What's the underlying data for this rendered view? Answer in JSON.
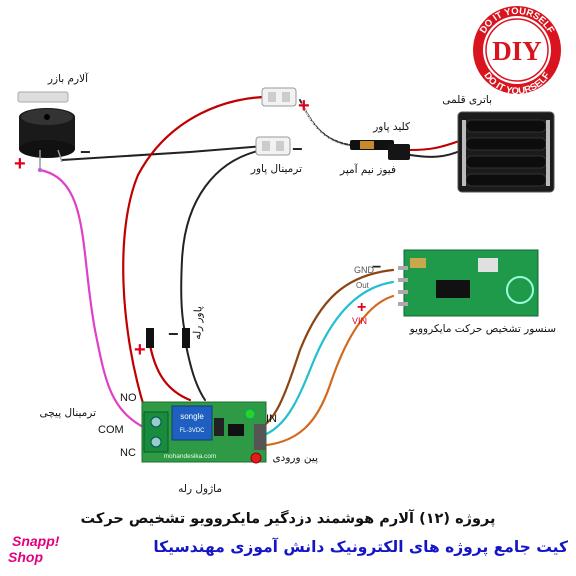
{
  "labels": {
    "buzzer": "آلارم بازر",
    "battery": "باتری قلمی",
    "power_switch": "کلید پاور",
    "fuse": "فیوز نیم آمپر",
    "power_terminal": "ترمینال پاور",
    "relay_power": "پاور رله",
    "screw_terminal": "ترمینال پیچی",
    "relay_module": "ماژول رله",
    "input_pin": "پین ورودی",
    "sensor": "سنسور تشخیص  حرکت مایکروویو"
  },
  "pins": {
    "no": "NO",
    "com": "COM",
    "nc": "NC",
    "in": "IN",
    "gnd": "GND",
    "out": "Out",
    "vin": "VIN"
  },
  "signs": {
    "plus": "+",
    "minus": "−"
  },
  "badge": {
    "top": "DO IT YOURSELF",
    "bottom": "DO IT YOURSELF",
    "center": "DIY"
  },
  "board_text": {
    "relay_brand": "songle",
    "relay_model": "FL-3VDC",
    "site": "mohandesika.com"
  },
  "caption": {
    "line1": "پروژه (۱۲) آلارم هوشمند دزدگیر مایکروویو تشخیص حرکت",
    "line2": "کیت جامع پروژه های الکترونیک دانش آموزی مهندسیکا"
  },
  "shop_logo": {
    "line1": "Snapp!",
    "line2": "Shop"
  },
  "colors": {
    "plus_sign": "#e0001b",
    "badge_red": "#d9141f",
    "caption_blue": "#1515c8",
    "shop_pink": "#e5007d",
    "wire_magenta": "#e040c8",
    "wire_red": "#c00000",
    "wire_black": "#222222",
    "wire_cyan": "#22bfd0",
    "wire_orange": "#d2691e",
    "pcb_green": "#2e9a45"
  }
}
